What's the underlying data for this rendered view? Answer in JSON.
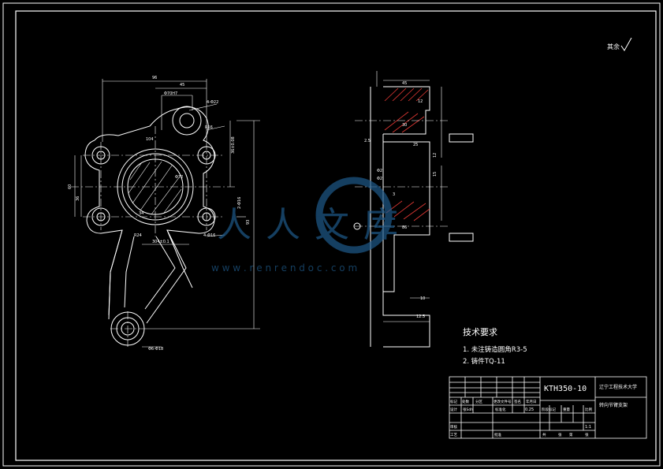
{
  "title_block": {
    "drawing_number": "KTH350-10",
    "school": "辽宁工程技术大学",
    "part_name": "转向节臂支架",
    "scale_header": "比例",
    "scale": "1:1",
    "row_labels": [
      "标记",
      "处数",
      "分区",
      "更改文件号",
      "签名",
      "年月日"
    ],
    "designer_label": "设计",
    "designer": "张Sdh",
    "standard_label": "标准化",
    "stage_labels": [
      "阶段标记",
      "重量",
      "比例"
    ],
    "weight": "0.25",
    "review_label": "审核",
    "process_label": "工艺",
    "approve_label": "批准",
    "sheet_labels": [
      "共",
      "张",
      "第",
      "张"
    ]
  },
  "surface_note": "其余",
  "tech_requirements": {
    "heading": "技术要求",
    "items": [
      "1. 未注铸造圆角R3-5",
      "2. 铸件TQ-11"
    ]
  },
  "dimensions": {
    "left_view": [
      "96",
      "45",
      "Φ70H7",
      "4-Φ22",
      "Φ72",
      "4-Φ16",
      "104",
      "34",
      "R24",
      "R16",
      "60",
      "36",
      "93",
      "36±0.08",
      "2-Φ16",
      "304±0.1",
      "Φ6-Φ18"
    ],
    "right_view": [
      "45",
      "12",
      "30",
      "25",
      "12",
      "2.5",
      "Φ2",
      "Φ2",
      "15",
      "86",
      "10",
      "3",
      "12.5"
    ]
  },
  "watermark": {
    "text": "人人文库",
    "url": "w w w . r e n r e n d o c . c o m"
  }
}
